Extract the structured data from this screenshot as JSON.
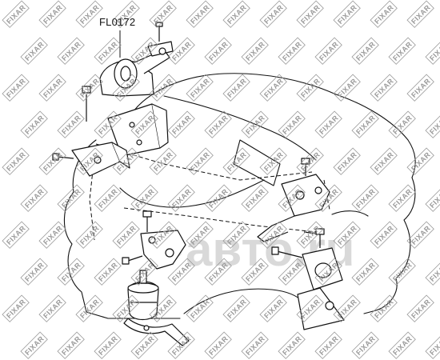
{
  "part": {
    "number": "FL0172"
  },
  "watermark": {
    "text": "FIXAR",
    "color": "#9a9a9a"
  },
  "logo": {
    "text": "авто.ru",
    "text_color": "#d9d9d9",
    "dot_color": "#e6e6e6"
  },
  "colors": {
    "line": "#111111",
    "background": "#ffffff"
  }
}
